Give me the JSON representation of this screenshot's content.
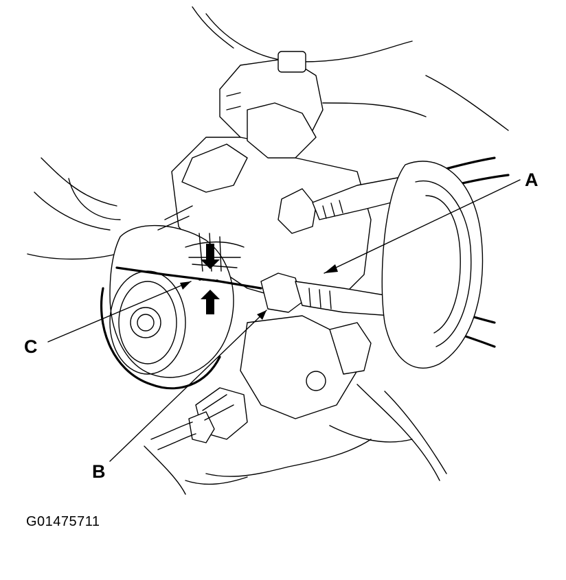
{
  "callouts": {
    "a": "A",
    "b": "B",
    "c": "C"
  },
  "figure_id": "G01475711",
  "colors": {
    "line": "#000000",
    "background": "#ffffff"
  }
}
